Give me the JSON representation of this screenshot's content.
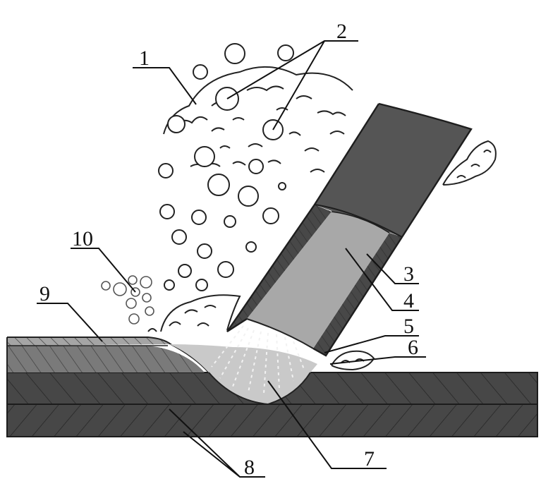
{
  "labels": [
    "1",
    "2",
    "3",
    "4",
    "5",
    "6",
    "7",
    "8",
    "9",
    "10"
  ],
  "colors": {
    "plate": "#474747",
    "layer": "#7a7a7a",
    "coating": "#a5a5a5",
    "electrode_body": "#555555",
    "electrode_wall": "#484848",
    "electrode_core": "#a8a8a8",
    "pool": "#c9c9c9",
    "ink": "#222222"
  }
}
